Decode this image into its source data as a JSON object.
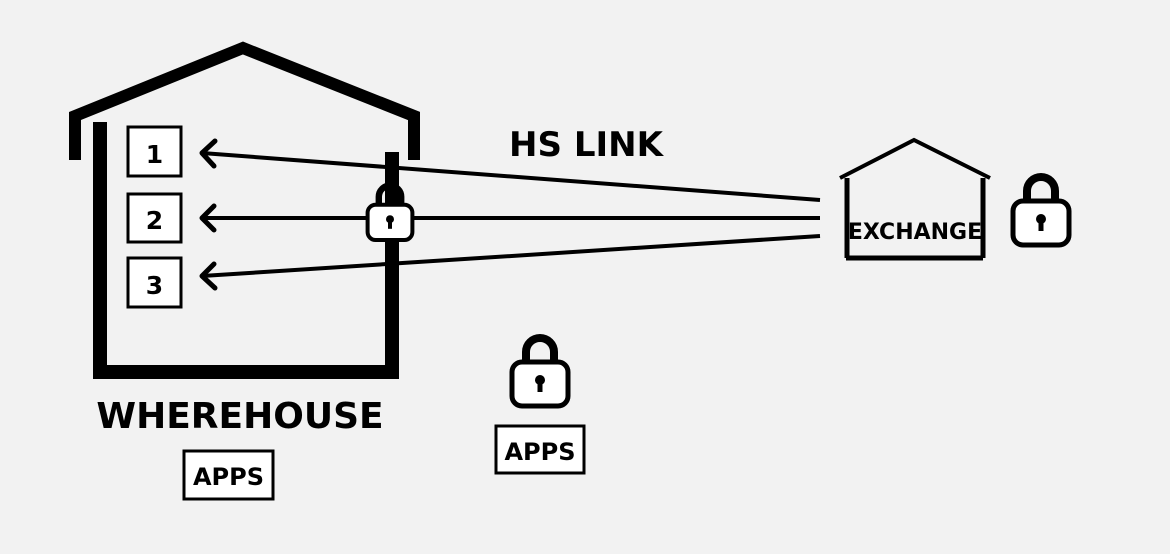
{
  "link_label": "HS LINK",
  "warehouse": {
    "label": "WHEREHOUSE",
    "apps_label": "APPS",
    "slots": [
      "1",
      "2",
      "3"
    ]
  },
  "exchange": {
    "label": "EXCHANGE"
  },
  "standalone": {
    "apps_label": "APPS"
  },
  "colors": {
    "ink": "#000000",
    "background": "#f2f2f2"
  },
  "icons": [
    "padlock-icon",
    "arrow-head-icon"
  ]
}
